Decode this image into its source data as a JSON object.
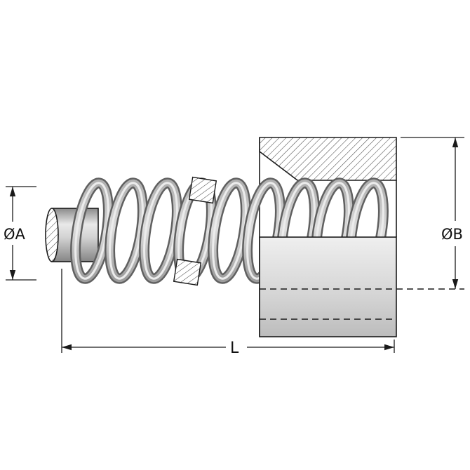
{
  "labels": {
    "diameter_a": "ØA",
    "diameter_b": "ØB",
    "length": "L"
  },
  "colors": {
    "background": "#ffffff",
    "line": "#1a1a1a",
    "hatch_line": "#4a4a4a",
    "metal_light": "#e9e9e9",
    "metal_mid": "#cccccc",
    "metal_dark": "#8a8a8a",
    "coil_edge": "#606060"
  }
}
